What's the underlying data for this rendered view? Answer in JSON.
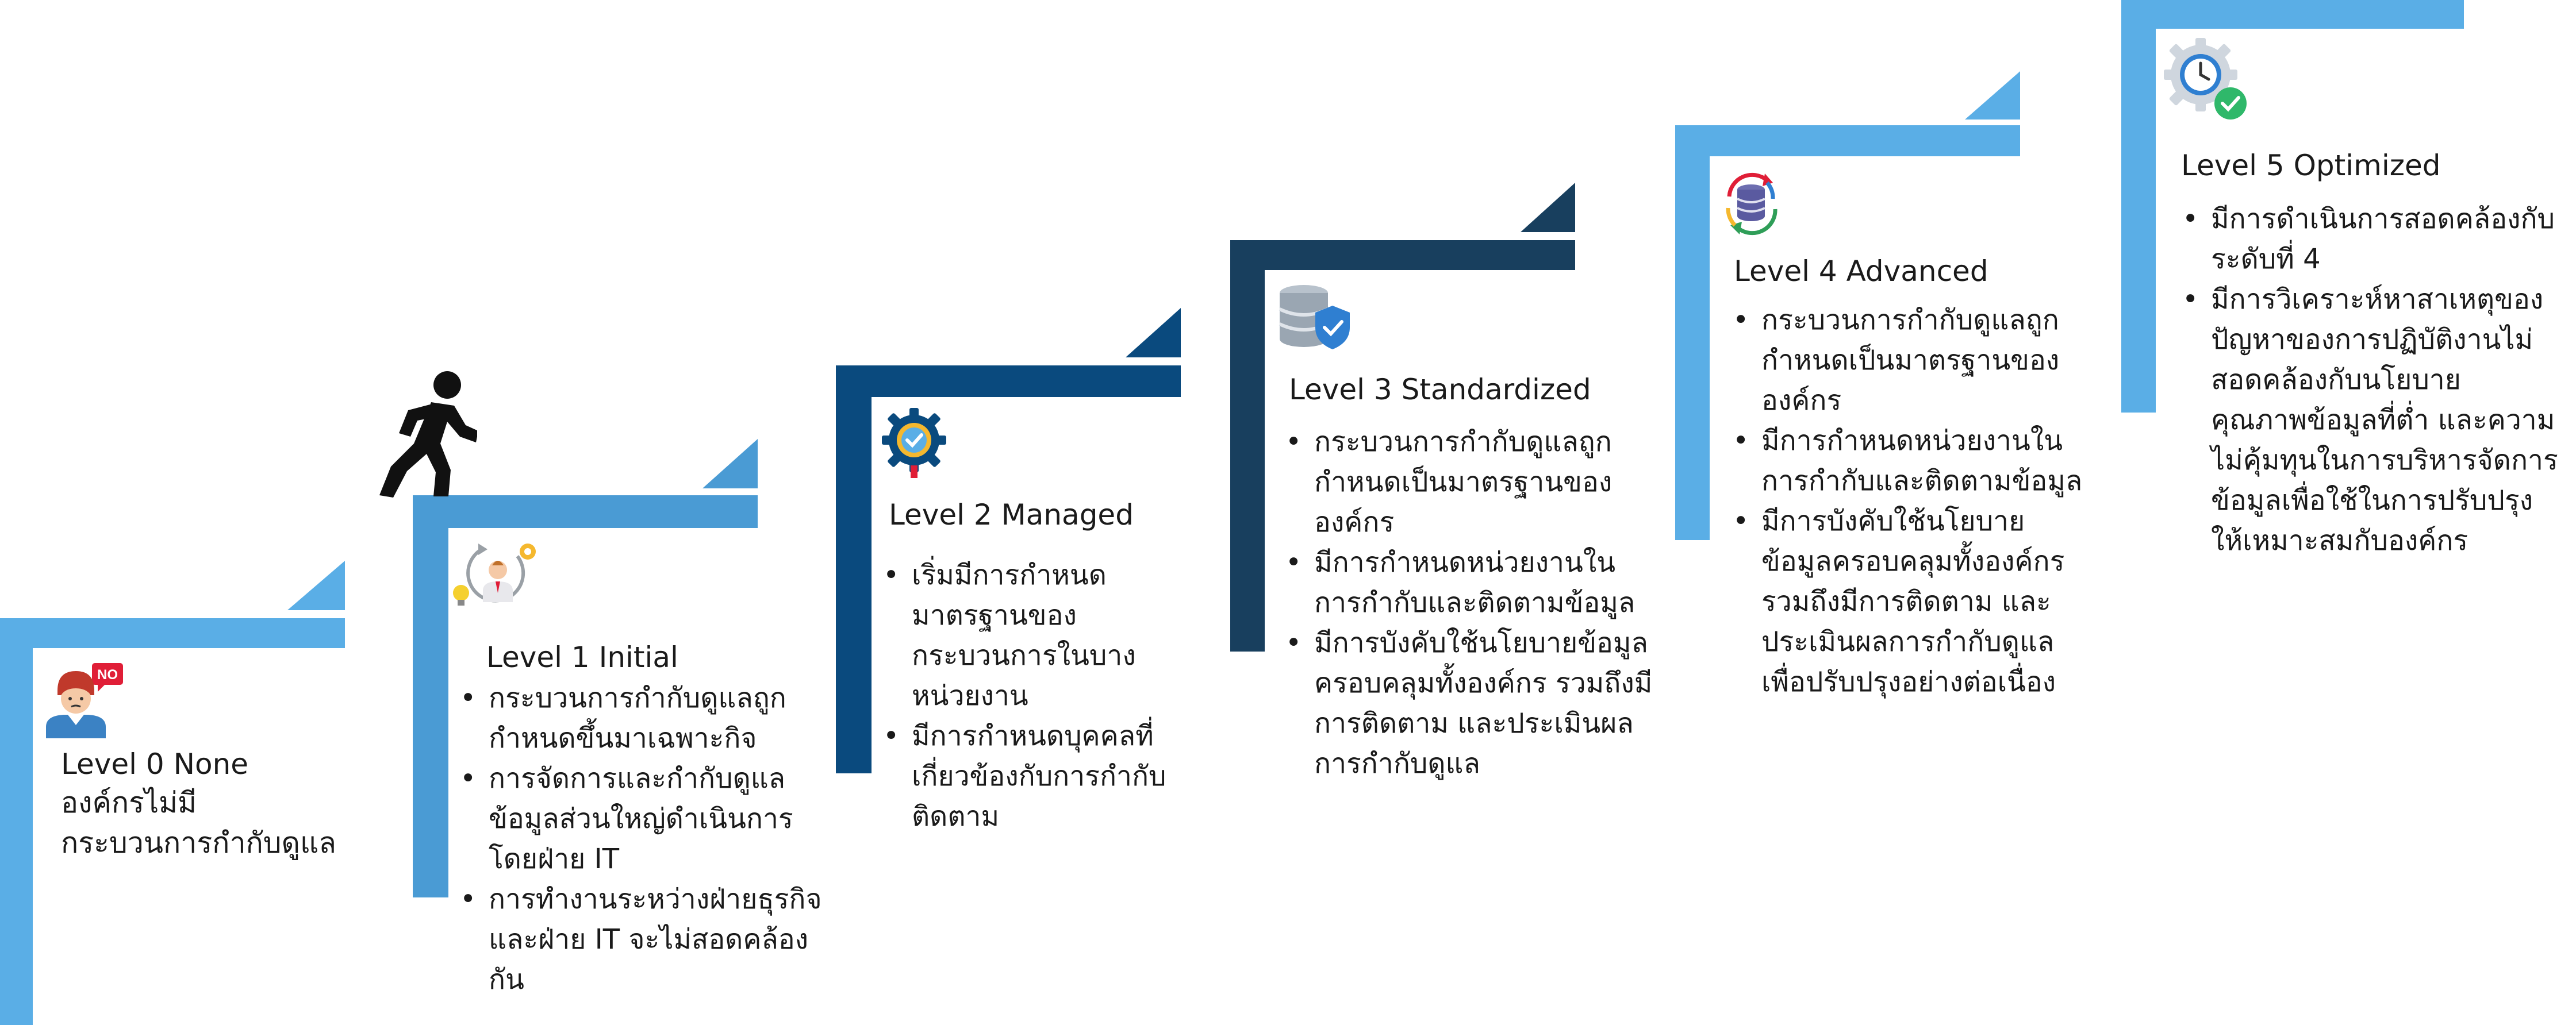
{
  "colors": {
    "light_blue": "#5aaee6",
    "mid_blue": "#4a9bd4",
    "navy": "#0a4a7e",
    "dark_navy": "#183f5e"
  },
  "levels": [
    {
      "title": "Level 0 None",
      "description_lines": [
        "องค์กรไม่มี",
        "กระบวนการกำกับดูแล"
      ],
      "icon": "person-no-icon",
      "icon_badge": "NO"
    },
    {
      "title": "Level 1 Initial",
      "icon": "person-cycle-icon",
      "bullets": [
        "กระบวนการกำกับดูแลถูกกำหนดขึ้นมาเฉพาะกิจ",
        "การจัดการและกำกับดูแลข้อมูลส่วนใหญ่ดำเนินการโดยฝ่าย IT",
        "การทำงานระหว่างฝ่ายธุรกิจและฝ่าย IT จะไม่สอดคล้องกัน"
      ]
    },
    {
      "title": "Level 2 Managed",
      "icon": "gear-check-icon",
      "bullets": [
        "เริ่มมีการกำหนดมาตรฐานของกระบวนการในบางหน่วยงาน",
        "มีการกำหนดบุคคลที่เกี่ยวข้องกับการกำกับติดตาม"
      ]
    },
    {
      "title": "Level 3 Standardized",
      "icon": "database-shield-icon",
      "bullets": [
        "กระบวนการกำกับดูแลถูกกำหนดเป็นมาตรฐานขององค์กร",
        "มีการกำหนดหน่วยงานในการกำกับและติดตามข้อมูล",
        "มีการบังคับใช้นโยบายข้อมูลครอบคลุมทั้งองค์กร รวมถึงมีการติดตาม และประเมินผลการกำกับดูแล"
      ]
    },
    {
      "title": "Level 4 Advanced",
      "icon": "database-sync-icon",
      "bullets": [
        "กระบวนการกำกับดูแลถูกกำหนดเป็นมาตรฐานขององค์กร",
        "มีการกำหนดหน่วยงานในการกำกับและติดตามข้อมูล",
        "มีการบังคับใช้นโยบายข้อมูลครอบคลุมทั้งองค์กรรวมถึงมีการติดตาม และประเมินผลการกำกับดูแล เพื่อปรับปรุงอย่างต่อเนื่อง"
      ]
    },
    {
      "title": "Level 5 Optimized",
      "icon": "gear-clock-check-icon",
      "bullets": [
        "มีการดำเนินการสอดคล้องกับระดับที่ 4",
        "มีการวิเคราะห์หาสาเหตุของปัญหาของการปฏิบัติงานไม่สอดคล้องกับนโยบาย คุณภาพข้อมูลที่ต่ำ และความไม่คุ้มทุนในการบริหารจัดการข้อมูลเพื่อใช้ในการปรับปรุงให้เหมาะสมกับองค์กร"
      ]
    }
  ],
  "walker_icon": "running-person-icon"
}
